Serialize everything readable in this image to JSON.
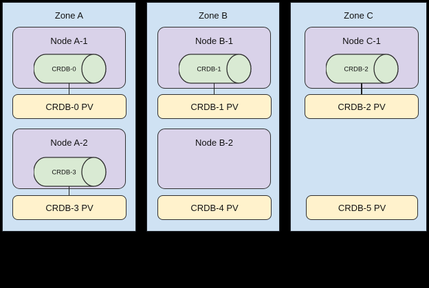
{
  "colors": {
    "canvas_bg": "#000000",
    "zone_fill": "#cfe2f3",
    "node_fill": "#d9d2e9",
    "cylinder_fill": "#d9ead3",
    "pv_fill": "#fff2cc",
    "border": "#2f2f2f"
  },
  "zones": [
    {
      "title": "Zone A",
      "nodes": [
        {
          "label": "Node A-1",
          "cylinder": "CRDB-0",
          "pv": "CRDB-0 PV",
          "connected": true
        },
        {
          "label": "Node A-2",
          "cylinder": "CRDB-3",
          "pv": "CRDB-3 PV",
          "connected": true
        }
      ]
    },
    {
      "title": "Zone B",
      "nodes": [
        {
          "label": "Node B-1",
          "cylinder": "CRDB-1",
          "pv": "CRDB-1 PV",
          "connected": true
        },
        {
          "label": "Node B-2",
          "cylinder": null,
          "pv": "CRDB-4 PV",
          "connected": false
        }
      ]
    },
    {
      "title": "Zone C",
      "nodes": [
        {
          "label": "Node C-1",
          "cylinder": "CRDB-2",
          "pv": "CRDB-2 PV",
          "connected": true
        },
        {
          "label": null,
          "cylinder": null,
          "pv": "CRDB-5 PV",
          "connected": false
        }
      ]
    }
  ]
}
